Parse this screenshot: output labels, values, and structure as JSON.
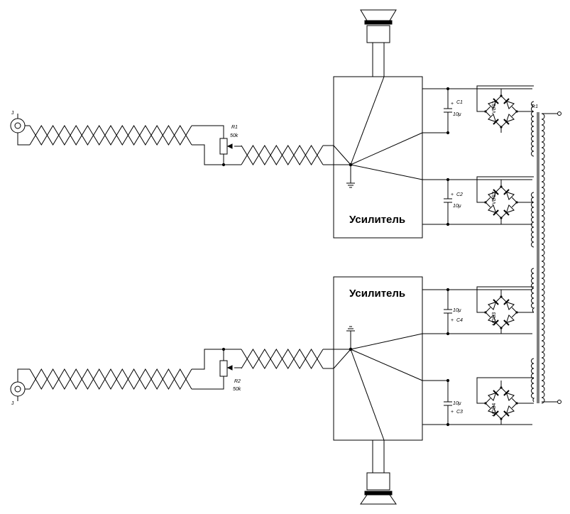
{
  "labels": {
    "amp1": "Усилитель",
    "amp2": "Усилитель",
    "jack1": "J",
    "jack2": "J",
    "r1_ref": "R1",
    "r1_val": "50k",
    "r2_ref": "R2",
    "r2_val": "50k",
    "c1_ref": "C1",
    "c1_val": "10μ",
    "c2_ref": "C2",
    "c2_val": "10μ",
    "c3_ref": "C3",
    "c3_val": "10μ",
    "c4_ref": "C4",
    "c4_val": "10μ",
    "vds1": "VDS1",
    "vds2": "VDS2",
    "vds3": "VDS3",
    "vds4": "VDS4",
    "tr1": "Tr1"
  }
}
